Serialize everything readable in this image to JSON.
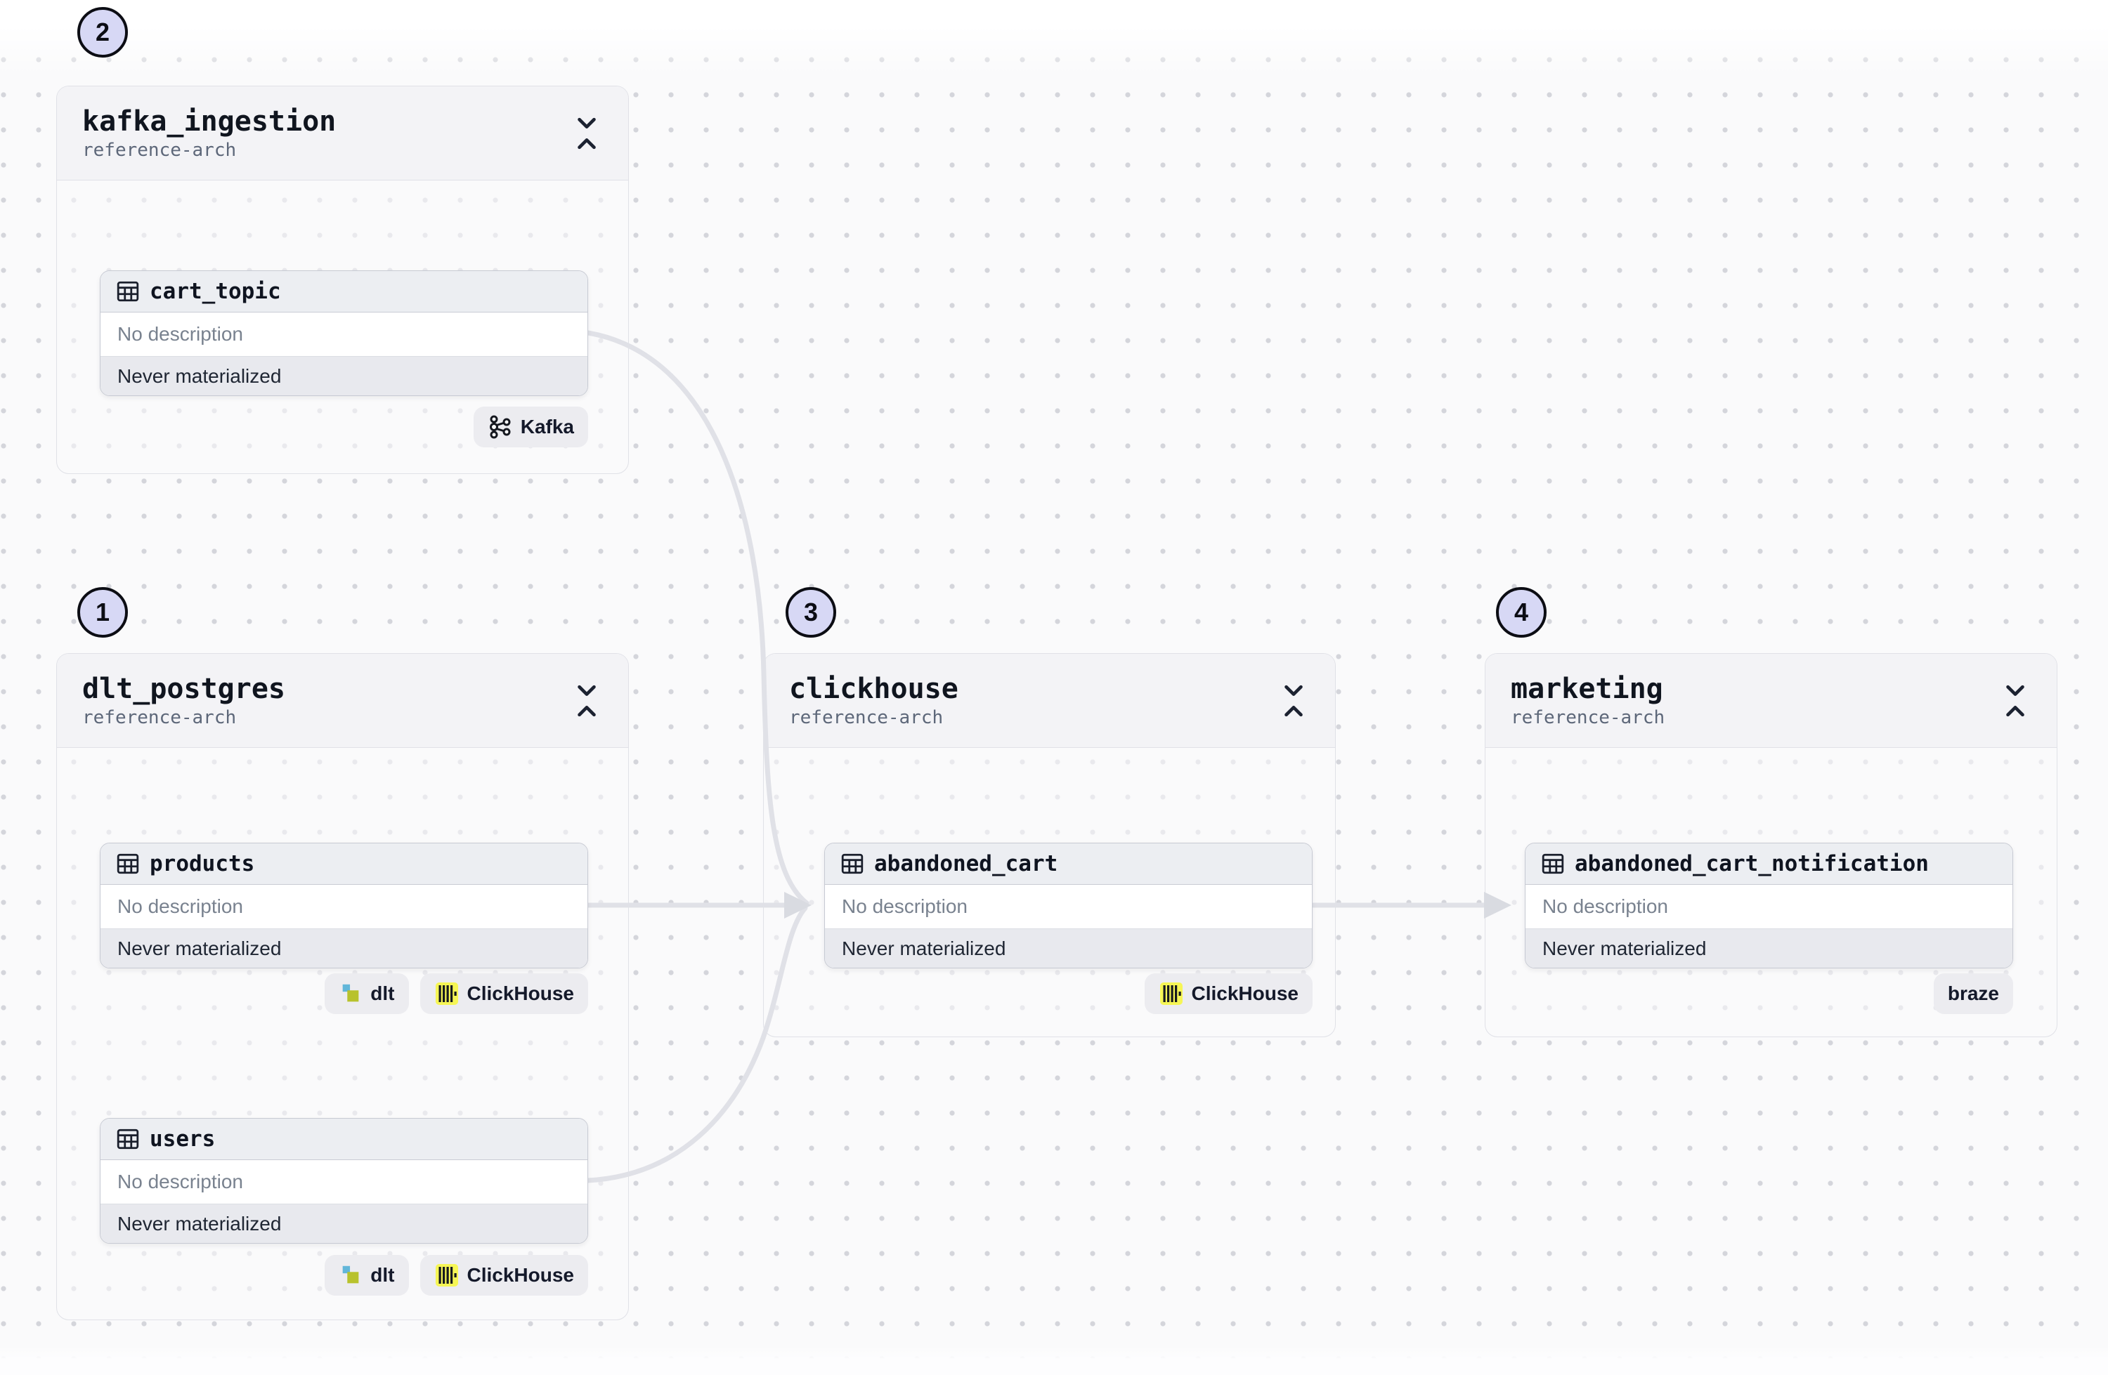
{
  "view": {
    "type_label": "asset-lineage-graph"
  },
  "colors": {
    "accent_lavender": "#d7d8f5",
    "edge_gray": "#e0e1e7",
    "arrow_gray": "#d9dbe1",
    "clickhouse_yellow": "#f6f655",
    "dlt_blue": "#62b6d9",
    "dlt_olive": "#b8c22d",
    "icon_dark": "#17191f"
  },
  "groups": [
    {
      "title": "kafka_ingestion",
      "subtitle": "reference-arch",
      "step_number": "2",
      "assets": [
        {
          "name": "cart_topic",
          "description": "No description",
          "status": "Never materialized",
          "tags": [
            {
              "icon": "kafka-icon",
              "label": "Kafka"
            }
          ]
        }
      ]
    },
    {
      "title": "dlt_postgres",
      "subtitle": "reference-arch",
      "step_number": "1",
      "assets": [
        {
          "name": "products",
          "description": "No description",
          "status": "Never materialized",
          "tags": [
            {
              "icon": "dlt-icon",
              "label": "dlt"
            },
            {
              "icon": "clickhouse-icon",
              "label": "ClickHouse"
            }
          ]
        },
        {
          "name": "users",
          "description": "No description",
          "status": "Never materialized",
          "tags": [
            {
              "icon": "dlt-icon",
              "label": "dlt"
            },
            {
              "icon": "clickhouse-icon",
              "label": "ClickHouse"
            }
          ]
        }
      ]
    },
    {
      "title": "clickhouse",
      "subtitle": "reference-arch",
      "step_number": "3",
      "assets": [
        {
          "name": "abandoned_cart",
          "description": "No description",
          "status": "Never materialized",
          "tags": [
            {
              "icon": "clickhouse-icon",
              "label": "ClickHouse"
            }
          ]
        }
      ]
    },
    {
      "title": "marketing",
      "subtitle": "reference-arch",
      "step_number": "4",
      "assets": [
        {
          "name": "abandoned_cart_notification",
          "description": "No description",
          "status": "Never materialized",
          "tags": [
            {
              "label": "braze"
            }
          ]
        }
      ]
    }
  ],
  "edges": [
    {
      "from": "cart_topic",
      "to": "abandoned_cart"
    },
    {
      "from": "products",
      "to": "abandoned_cart"
    },
    {
      "from": "users",
      "to": "abandoned_cart"
    },
    {
      "from": "abandoned_cart",
      "to": "abandoned_cart_notification"
    }
  ]
}
